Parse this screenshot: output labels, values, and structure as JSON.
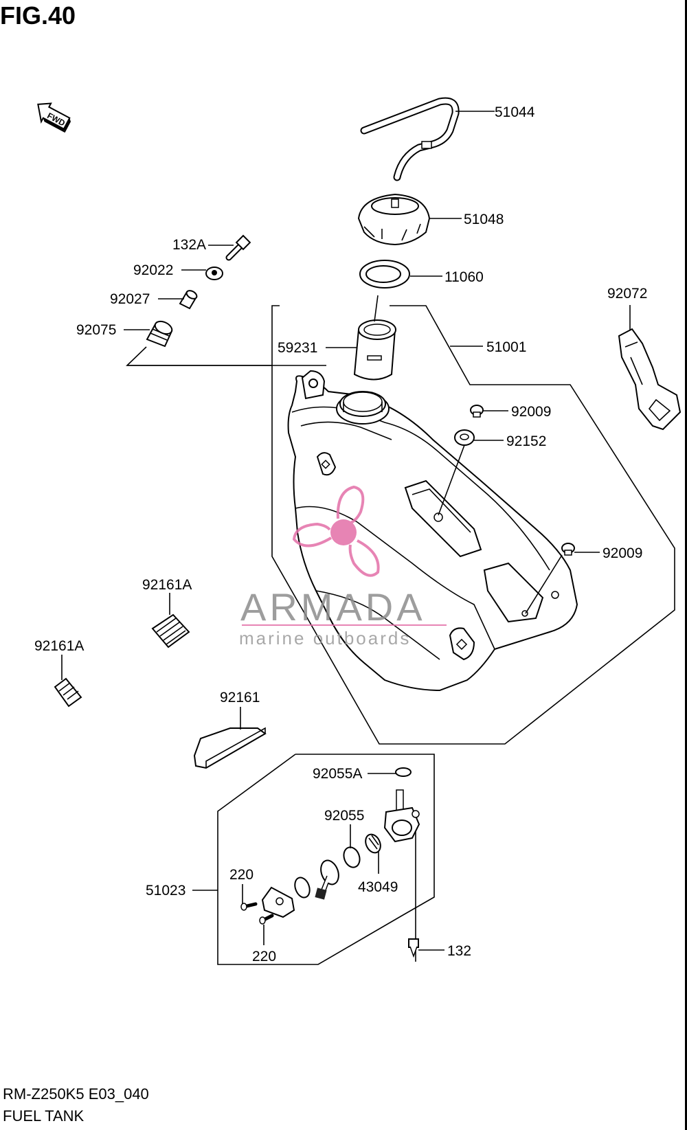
{
  "figure": {
    "title": "FIG.40",
    "model_code": "RM-Z250K5 E03_040",
    "caption": "FUEL TANK"
  },
  "fwd_label": "FWD",
  "watermark": {
    "brand": "ARMADA",
    "tagline": "marine outboards",
    "accent_color": "#e36fa8"
  },
  "parts": {
    "p51044": "51044",
    "p51048": "51048",
    "p11060": "11060",
    "p132A": "132A",
    "p92022": "92022",
    "p92027": "92027",
    "p92075": "92075",
    "p59231": "59231",
    "p51001": "51001",
    "p92072": "92072",
    "p92009a": "92009",
    "p92152": "92152",
    "p92009b": "92009",
    "p92161A_a": "92161A",
    "p92161A_b": "92161A",
    "p92161": "92161",
    "p92055A": "92055A",
    "p92055": "92055",
    "p51023": "51023",
    "p220a": "220",
    "p43049": "43049",
    "p220b": "220",
    "p132": "132"
  }
}
